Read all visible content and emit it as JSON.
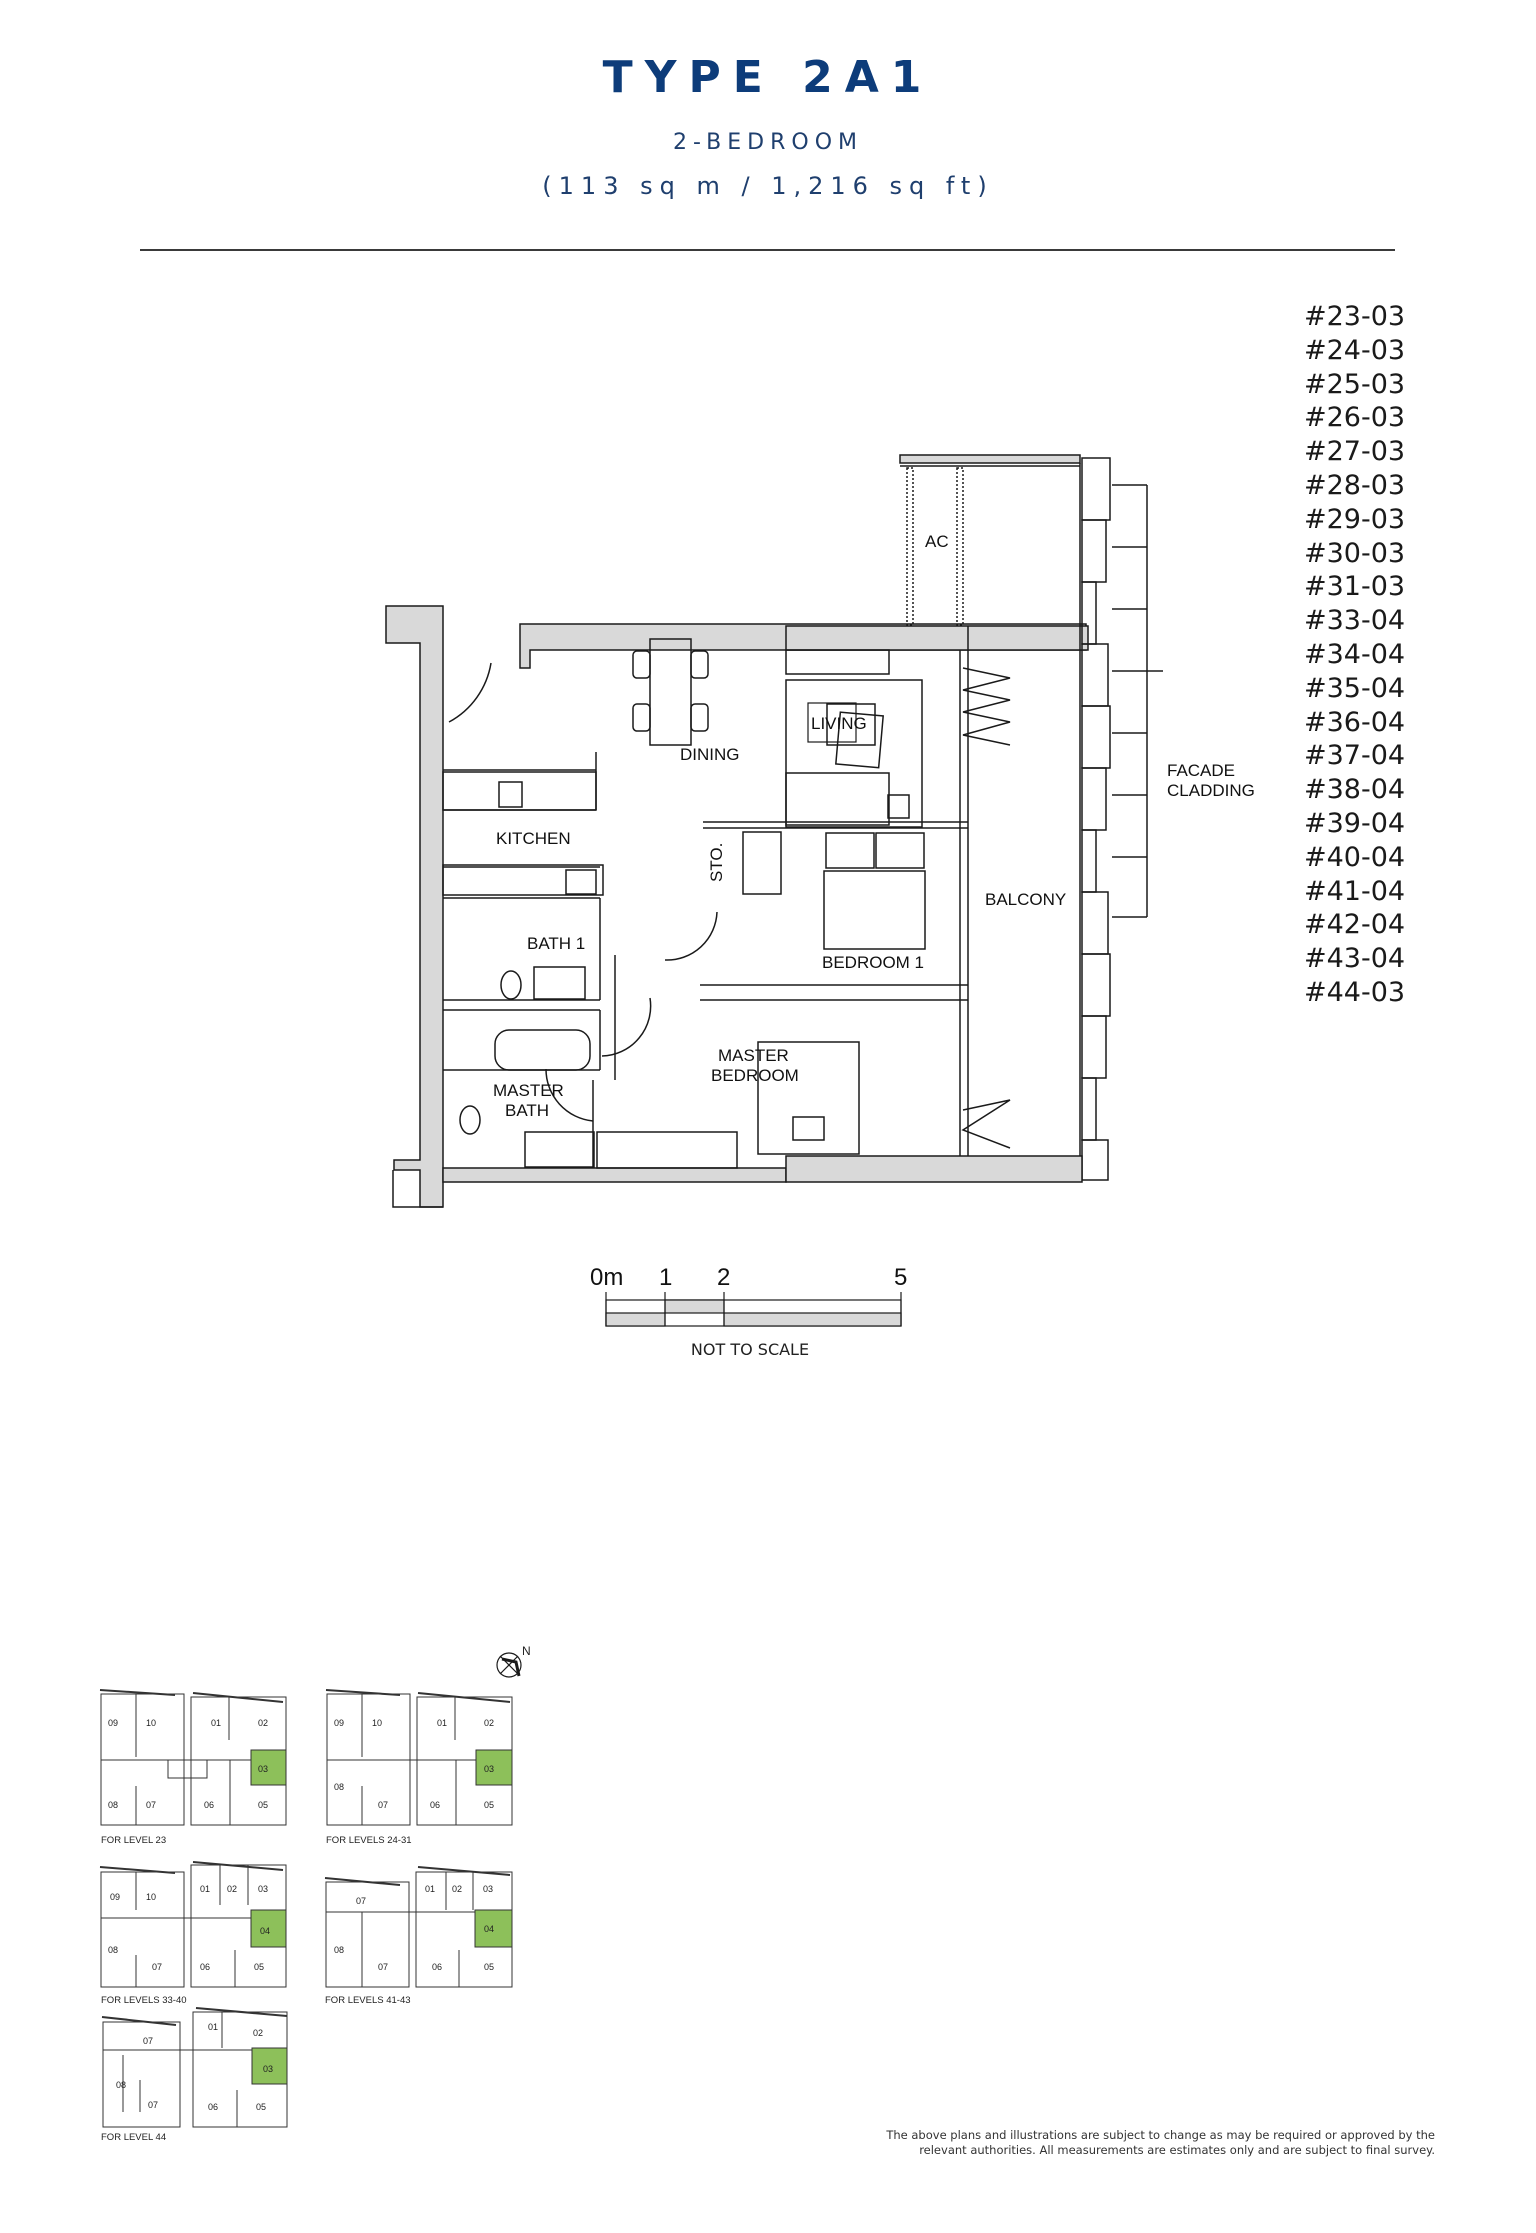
{
  "header": {
    "title": "TYPE 2A1",
    "unit_type": "2-BEDROOM",
    "area": "(113 sq m / 1,216 sq ft)"
  },
  "units": [
    "#23-03",
    "#24-03",
    "#25-03",
    "#26-03",
    "#27-03",
    "#28-03",
    "#29-03",
    "#30-03",
    "#31-03",
    "#33-04",
    "#34-04",
    "#35-04",
    "#36-04",
    "#37-04",
    "#38-04",
    "#39-04",
    "#40-04",
    "#41-04",
    "#42-04",
    "#43-04",
    "#44-03"
  ],
  "floor_plan": {
    "rooms": {
      "ac": "AC",
      "dining": "DINING",
      "living": "LIVING",
      "kitchen": "KITCHEN",
      "store": "STO.",
      "bedroom1": "BEDROOM  1",
      "balcony": "BALCONY",
      "bath1": "BATH 1",
      "master_bedroom_line1": "MASTER",
      "master_bedroom_line2": "BEDROOM",
      "master_bath_line1": "MASTER",
      "master_bath_line2": "BATH"
    },
    "facade_line1": "FACADE",
    "facade_line2": "CLADDING",
    "wall_color": "#d9d9d9",
    "line_color": "#1a1a1a"
  },
  "scale_bar": {
    "ticks": [
      "0m",
      "1",
      "2",
      "5"
    ],
    "note": "NOT TO SCALE"
  },
  "key_plans": {
    "north_label": "N",
    "highlight_color": "#8dc05a",
    "plans": [
      {
        "caption": "FOR LEVEL 23",
        "units": [
          "09",
          "10",
          "01",
          "02",
          "03",
          "08",
          "07",
          "06",
          "05"
        ],
        "highlight": "03"
      },
      {
        "caption": "FOR LEVELS 24-31",
        "units": [
          "09",
          "10",
          "01",
          "02",
          "03",
          "08",
          "07",
          "06",
          "05"
        ],
        "highlight": "03"
      },
      {
        "caption": "FOR LEVELS 33-40",
        "units": [
          "09",
          "10",
          "01",
          "02",
          "03",
          "04",
          "08",
          "07",
          "06",
          "05"
        ],
        "highlight": "04"
      },
      {
        "caption": "FOR LEVELS 41-43",
        "units": [
          "07",
          "01",
          "02",
          "03",
          "04",
          "08",
          "07",
          "06",
          "05"
        ],
        "highlight": "04"
      },
      {
        "caption": "FOR LEVEL 44",
        "units": [
          "01",
          "02",
          "07",
          "03",
          "08",
          "07",
          "06",
          "05"
        ],
        "highlight": "03"
      }
    ]
  },
  "disclaimer": {
    "line1": "The above plans and illustrations are subject to change as may be required or approved by the",
    "line2": "relevant authorities. All measurements are estimates only and are subject to final survey."
  }
}
